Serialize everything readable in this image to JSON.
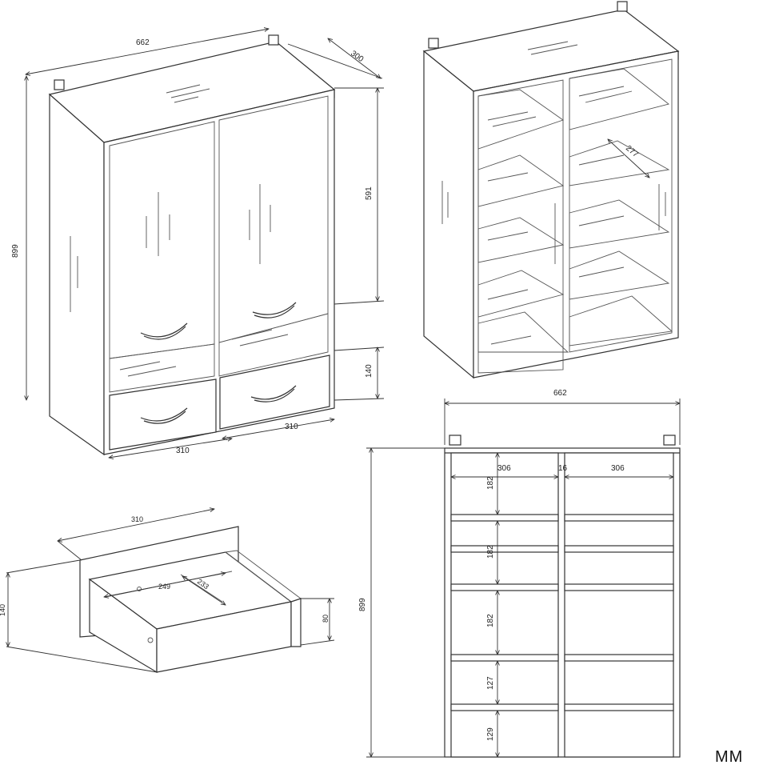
{
  "brand": "MM",
  "views": {
    "closed": {
      "width": "662",
      "depth": "300",
      "height": "899",
      "upper_section": "591",
      "drawer_section": "140",
      "drawer_left": "310",
      "drawer_right": "310"
    },
    "open": {
      "shelf_depth": "277"
    },
    "front": {
      "width": "662",
      "height": "899",
      "col_left": "306",
      "divider": "16",
      "col_right": "306",
      "gaps": [
        "182",
        "182",
        "182",
        "127",
        "129"
      ]
    },
    "drawer": {
      "width": "310",
      "inner_width": "249",
      "inner_depth": "233",
      "front_height": "140",
      "side_height": "80"
    }
  }
}
